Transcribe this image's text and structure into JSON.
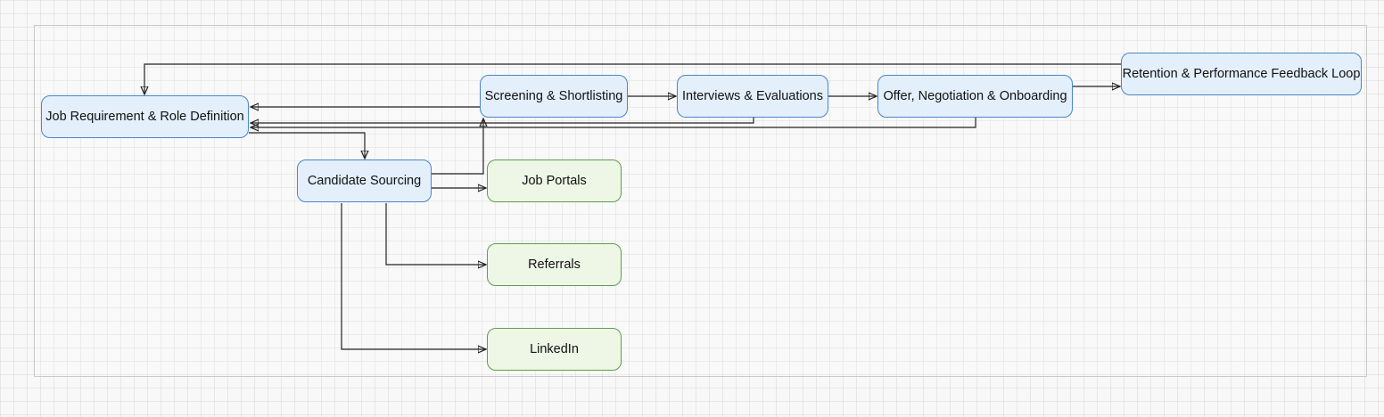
{
  "diagram": {
    "nodes": {
      "job_requirement": "Job Requirement & Role Definition",
      "screening": "Screening & Shortlisting",
      "interviews": "Interviews & Evaluations",
      "offer": "Offer, Negotiation & Onboarding",
      "retention": "Retention & Performance Feedback Loop",
      "sourcing": "Candidate Sourcing",
      "job_portals": "Job Portals",
      "referrals": "Referrals",
      "linkedin": "LinkedIn"
    },
    "colors": {
      "process_fill": "#e3effb",
      "process_stroke": "#4a86c8",
      "channel_fill": "#eef6e6",
      "channel_stroke": "#5e9e4c",
      "edge": "#222222"
    }
  }
}
